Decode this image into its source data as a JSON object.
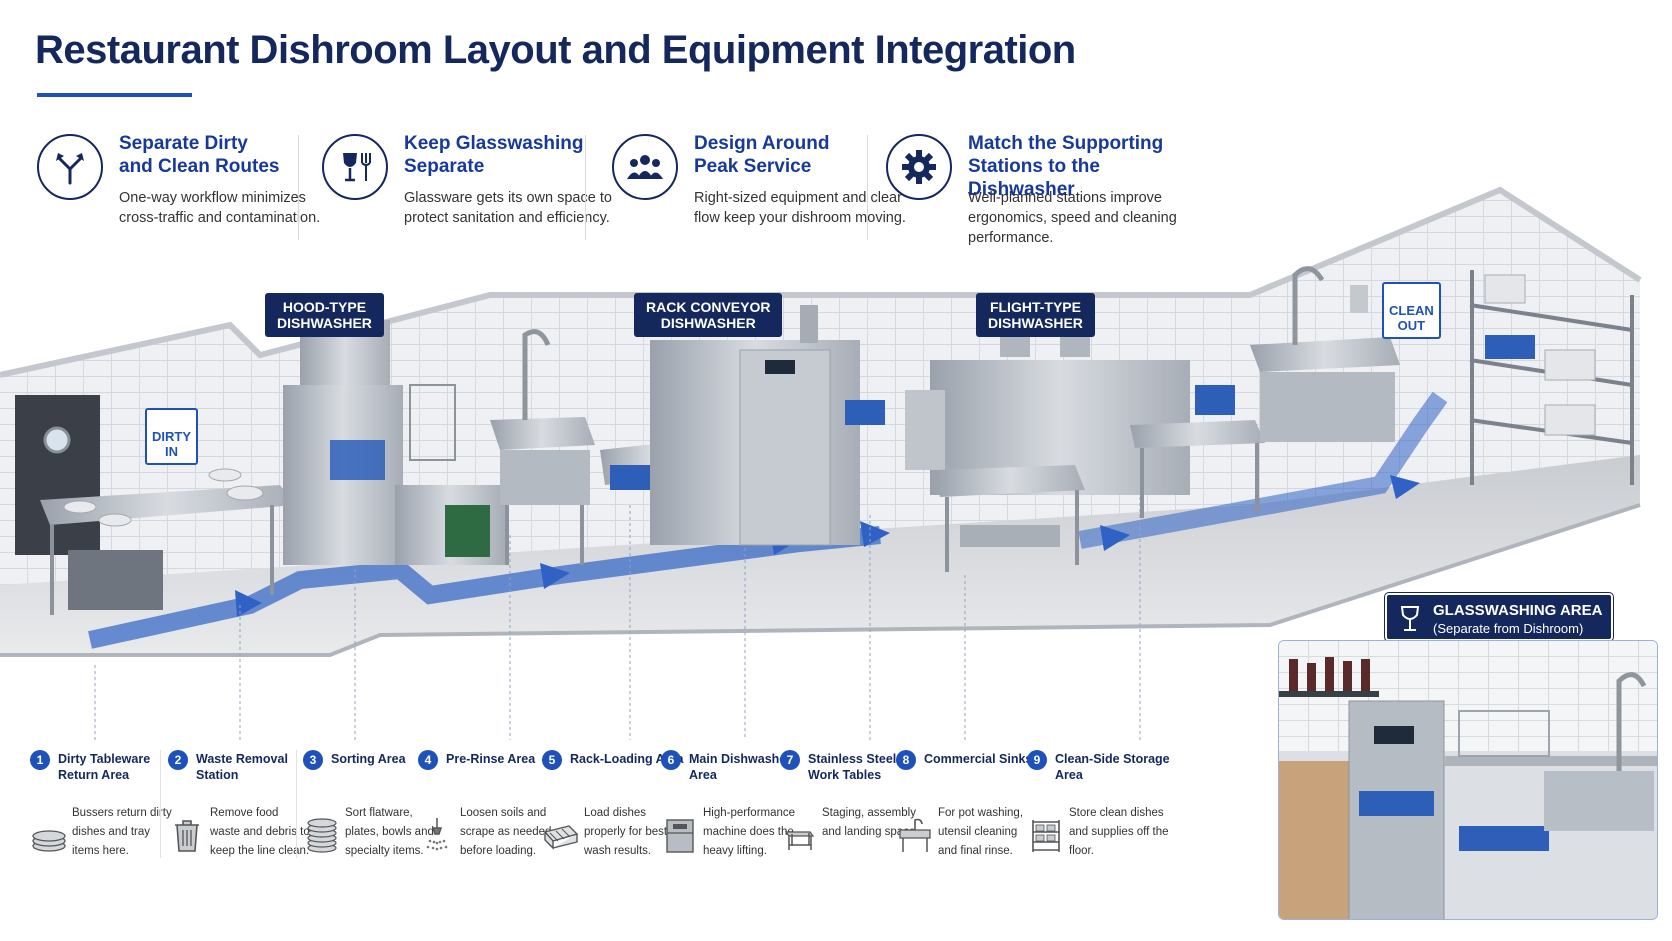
{
  "title": "Restaurant Dishroom Layout and Equipment Integration",
  "principles": [
    {
      "title": "Separate Dirty\nand Clean Routes",
      "desc": "One-way workflow minimizes cross-traffic and contamination."
    },
    {
      "title": "Keep Glasswashing\nSeparate",
      "desc": "Glassware gets its own space to protect sanitation and efficiency."
    },
    {
      "title": "Design Around\nPeak Service",
      "desc": "Right-sized equipment and clear flow keep your dishroom moving."
    },
    {
      "title": "Match the Supporting\nStations to the Dishwasher",
      "desc": "Well-planned stations improve ergonomics, speed and cleaning performance."
    }
  ],
  "machines": {
    "hood": "HOOD-TYPE\nDISHWASHER",
    "rack": "RACK CONVEYOR\nDISHWASHER",
    "flight": "FLIGHT-TYPE\nDISHWASHER"
  },
  "signs": {
    "dirty_in": "DIRTY\nIN",
    "clean_out": "CLEAN\nOUT"
  },
  "glasswashing": {
    "title": "GLASSWASHING AREA",
    "subtitle": "(Separate from Dishroom)"
  },
  "steps": [
    {
      "num": "1",
      "name": "Dirty Tableware Return Area",
      "desc": "Bussers return dirty dishes and tray items here."
    },
    {
      "num": "2",
      "name": "Waste Removal Station",
      "desc": "Remove food waste and debris to keep the line clean."
    },
    {
      "num": "3",
      "name": "Sorting Area",
      "desc": "Sort flatware, plates, bowls and specialty items."
    },
    {
      "num": "4",
      "name": "Pre-Rinse Area",
      "desc": "Loosen soils and scrape as needed before loading."
    },
    {
      "num": "5",
      "name": "Rack-Loading Area",
      "desc": "Load dishes properly for best wash results."
    },
    {
      "num": "6",
      "name": "Main Dishwasher Area",
      "desc": "High-performance machine does the heavy lifting."
    },
    {
      "num": "7",
      "name": "Stainless Steel Work Tables",
      "desc": "Staging, assembly and landing space."
    },
    {
      "num": "8",
      "name": "Commercial Sinks",
      "desc": "For pot washing, utensil cleaning and final rinse."
    },
    {
      "num": "9",
      "name": "Clean-Side Storage Area",
      "desc": "Store clean dishes and supplies off the floor."
    }
  ],
  "colors": {
    "navy": "#14285e",
    "blue": "#1e52b8",
    "steel": "#b9bec6"
  }
}
